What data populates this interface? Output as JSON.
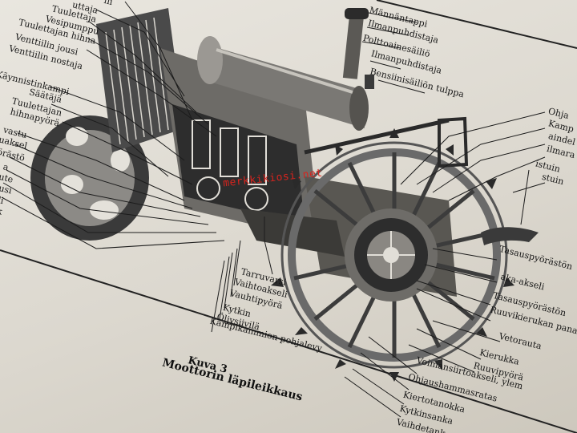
{
  "watermark": "merkkikiosi.net",
  "caption": {
    "line1": "Kuva 3",
    "line2": "Moottorin läpileikkaus"
  },
  "labels": {
    "man": "Männäntappi",
    "ilma1": "Ilmanpuhdistaja",
    "poltto": "Polttoainesäiliö",
    "ilma2": "Ilmanpuhdistaja",
    "bensiini": "Bensiinisäiliön tulppa",
    "tuulettaja": "Tuulettaja",
    "vesipumppu": "Vesipumppu",
    "hihna": "Tuulettajan hihna",
    "jousi": "Venttiilin jousi",
    "nostaja": "Venttiilin nostaja",
    "kaynnistin": "Käynnistinkampi",
    "saataja": "Säätäjä",
    "tuulhihna": "Tuulettajan",
    "tuulhihna2": "hihnapyörä",
    "ohjaus": "Ohja",
    "kampi": "Kamp",
    "aindel": "aindel",
    "ilmara": "ilmara",
    "istuin": "istuin",
    "stuin": "stuin",
    "tasaus1": "Tasauspyörästön",
    "akseli": "aka-akseli",
    "tasaus2": "Tasauspyörästön",
    "ruuvi": "Ruuvikierukan pana",
    "vetorauta": "Vetorauta",
    "kierukka": "Kierukka",
    "ruuvipyora": "Ruuvipyörä",
    "voiman": "Voimansiirtoakseli, ylem",
    "ohjaus2": "Ohjaushammasratas",
    "kiertojanokka": "Kiertotanokka",
    "kytkin2": "Kytkinsanka",
    "vaihde": "Vaihdetank",
    "varrivars": "Tarruvarsi",
    "vaihto": "Vaihtoakseli",
    "vauhti": "Vauhtipyörä",
    "kytkin": "Kytkin",
    "oljy": "Öljysiivilä",
    "kammio": "Kampikammion pohjalevy",
    "v1": "lii",
    "v2": "uttaja",
    "l_vastus": "in vastu",
    "l_tuaksel": "tuaksel",
    "l_pyoras": "yörästö",
    "l_a": "a",
    "l_aute": "aute",
    "l_aus": "ausi",
    "l_ii": "ili",
    "l_k": "k"
  }
}
